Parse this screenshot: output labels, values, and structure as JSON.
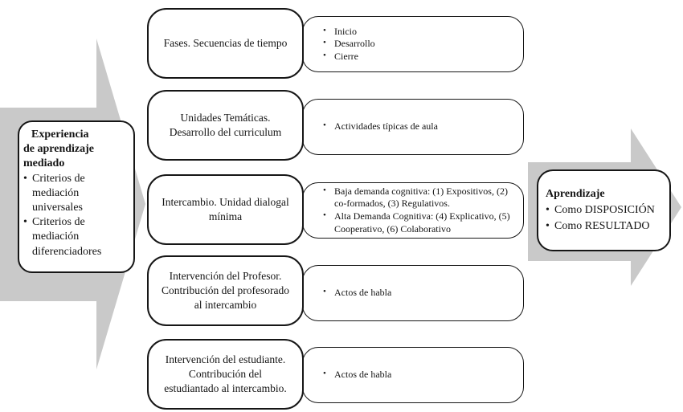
{
  "colors": {
    "arrow_fill": "#c9c9c9",
    "border": "#161616",
    "box_fill": "#ffffff"
  },
  "left_panel": {
    "title": "Experiencia\nde aprendizaje\nmediado",
    "bullet_glyph": "•",
    "bullets": [
      "Criterios de mediación universales",
      "Criterios de mediación diferenciadores"
    ]
  },
  "rows": [
    {
      "label": "Fases. Secuencias de tiempo",
      "bullets": [
        "Inicio",
        "Desarrollo",
        "Cierre"
      ]
    },
    {
      "label": "Unidades Temáticas.\nDesarrollo del curriculum",
      "bullets": [
        "Actividades típicas de aula"
      ]
    },
    {
      "label": "Intercambio. Unidad dialogal\nmínima",
      "bullets": [
        "Baja demanda cognitiva: (1) Expositivos, (2) co-formados, (3) Regulativos.",
        "Alta Demanda Cognitiva: (4) Explicativo, (5) Cooperativo, (6) Colaborativo"
      ]
    },
    {
      "label": "Intervención del Profesor.\nContribución del profesorado\nal intercambio",
      "bullets": [
        "Actos de habla"
      ]
    },
    {
      "label": "Intervención del estudiante.\nContribución del\nestudiantado al intercambio.",
      "bullets": [
        "Actos de habla"
      ]
    }
  ],
  "right_panel": {
    "title": "Aprendizaje",
    "bullet_glyph": "•",
    "bullets": [
      "Como DISPOSICIÓN",
      "Como RESULTADO"
    ]
  }
}
